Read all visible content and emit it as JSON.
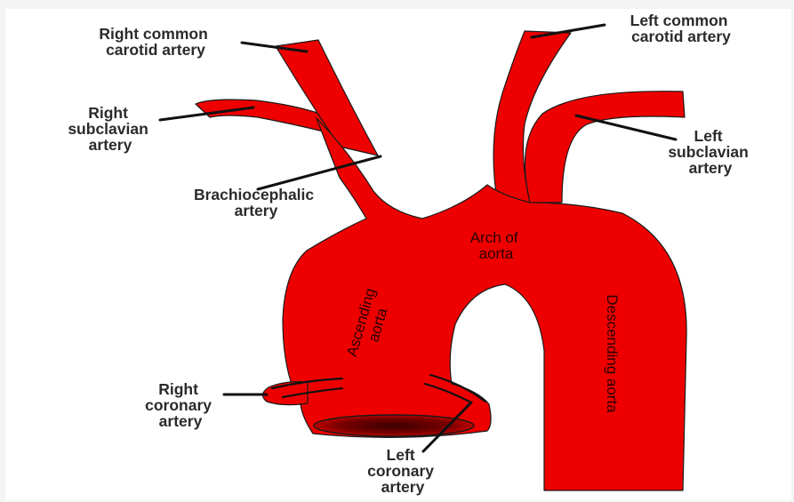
{
  "labels": {
    "right_common_carotid": [
      "Right common",
      "carotid artery"
    ],
    "left_common_carotid": [
      "Left common",
      "carotid artery"
    ],
    "right_subclavian": [
      "Right",
      "subclavian",
      "artery"
    ],
    "left_subclavian": [
      "Left",
      "subclavian",
      "artery"
    ],
    "brachiocephalic": [
      "Brachiocephalic",
      "artery"
    ],
    "arch_of_aorta": [
      "Arch of",
      "aorta"
    ],
    "ascending_aorta": [
      "Ascending",
      "aorta"
    ],
    "descending_aorta": "Descending aorta",
    "right_coronary": [
      "Right",
      "coronary",
      "artery"
    ],
    "left_coronary": [
      "Left",
      "coronary",
      "artery"
    ]
  },
  "colors": {
    "vessel": "#ee0000",
    "vessel_shadow": "#c40000",
    "outline": "#111111",
    "label_text": "#2b2b2b"
  }
}
